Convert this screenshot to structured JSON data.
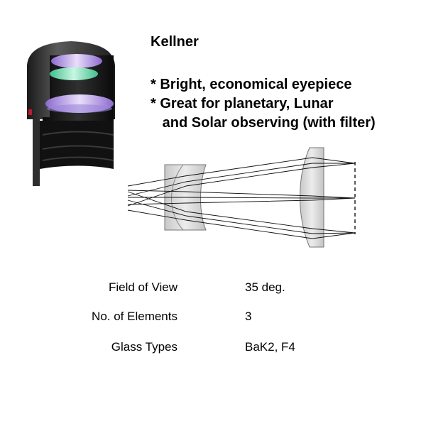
{
  "title": "Kellner",
  "features": [
    "* Bright, economical eyepiece",
    "* Great for planetary, Lunar",
    "   and Solar observing (with filter)"
  ],
  "specs": [
    {
      "label": "Field of View",
      "value": "35 deg."
    },
    {
      "label": "No. of Elements",
      "value": "3"
    },
    {
      "label": "Glass Types",
      "value": "BaK2, F4"
    }
  ],
  "colors": {
    "barrel": "#2b2b2b",
    "lens_purple": "#b49be0",
    "lens_green": "#7fe0b8",
    "lens_gray": "#d8d8d8",
    "ray": "#111111"
  },
  "icons": {
    "eyepiece": "eyepiece-cutaway-icon"
  }
}
